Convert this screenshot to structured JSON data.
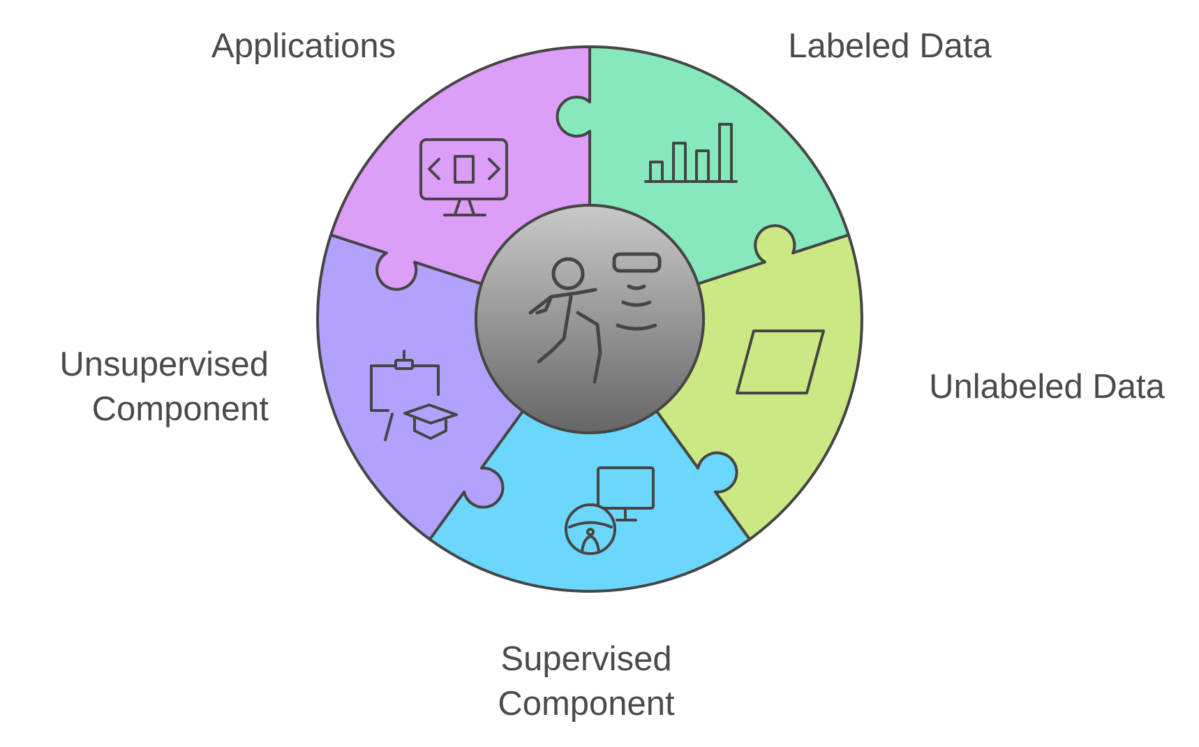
{
  "diagram": {
    "colors": {
      "applications": "#dc9ef9",
      "labeled_data": "#86e9bb",
      "unlabeled_data": "#cbe982",
      "supervised": "#6cd7fc",
      "unsupervised": "#b3a2fd",
      "outline": "#454545",
      "hub_top": "#c9c9c9",
      "hub_bottom": "#666666",
      "text": "#4a4a4a"
    },
    "segments": [
      {
        "id": "applications",
        "label_lines": [
          "Applications"
        ],
        "icon": "monitor-code-icon"
      },
      {
        "id": "labeled-data",
        "label_lines": [
          "Labeled Data"
        ],
        "icon": "bar-chart-icon"
      },
      {
        "id": "unlabeled-data",
        "label_lines": [
          "Unlabeled Data"
        ],
        "icon": "parallelogram-icon"
      },
      {
        "id": "supervised-component",
        "label_lines": [
          "Supervised",
          "Component"
        ],
        "icon": "steering-wheel-monitor-icon"
      },
      {
        "id": "unsupervised-component",
        "label_lines": [
          "Unsupervised",
          "Component"
        ],
        "icon": "presentation-graduation-icon"
      }
    ],
    "hub_icon": "person-motion-sensor-icon"
  }
}
